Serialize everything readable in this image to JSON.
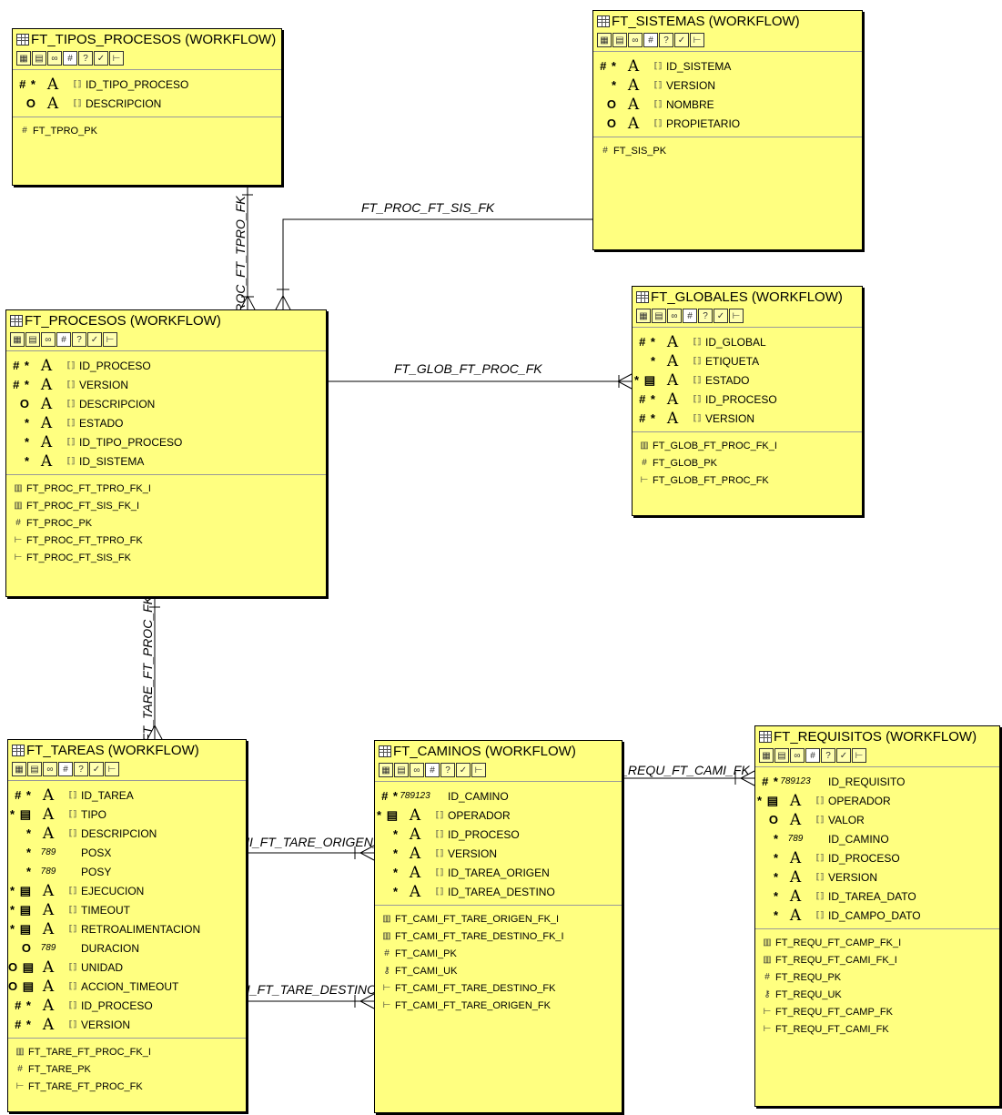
{
  "entities": {
    "tipos_procesos": {
      "title": "FT_TIPOS_PROCESOS (WORKFLOW)",
      "columns": [
        {
          "flags": "# *",
          "type": "A",
          "name": "ID_TIPO_PROCESO"
        },
        {
          "flags": "O",
          "type": "A",
          "name": "DESCRIPCION"
        }
      ],
      "keys": [
        {
          "icon": "#",
          "name": "FT_TPRO_PK"
        }
      ]
    },
    "sistemas": {
      "title": "FT_SISTEMAS (WORKFLOW)",
      "columns": [
        {
          "flags": "# *",
          "type": "A",
          "name": "ID_SISTEMA"
        },
        {
          "flags": "*",
          "type": "A",
          "name": "VERSION"
        },
        {
          "flags": "O",
          "type": "A",
          "name": "NOMBRE"
        },
        {
          "flags": "O",
          "type": "A",
          "name": "PROPIETARIO"
        }
      ],
      "keys": [
        {
          "icon": "#",
          "name": "FT_SIS_PK"
        }
      ]
    },
    "procesos": {
      "title": "FT_PROCESOS (WORKFLOW)",
      "columns": [
        {
          "flags": "# *",
          "type": "A",
          "name": "ID_PROCESO"
        },
        {
          "flags": "# *",
          "type": "A",
          "name": "VERSION"
        },
        {
          "flags": "O",
          "type": "A",
          "name": "DESCRIPCION"
        },
        {
          "flags": "*",
          "type": "A",
          "name": "ESTADO"
        },
        {
          "flags": "*",
          "type": "A",
          "name": "ID_TIPO_PROCESO"
        },
        {
          "flags": "*",
          "type": "A",
          "name": "ID_SISTEMA"
        }
      ],
      "keys": [
        {
          "icon": "idx",
          "name": "FT_PROC_FT_TPRO_FK_I"
        },
        {
          "icon": "idx",
          "name": "FT_PROC_FT_SIS_FK_I"
        },
        {
          "icon": "#",
          "name": "FT_PROC_PK"
        },
        {
          "icon": "fk",
          "name": "FT_PROC_FT_TPRO_FK"
        },
        {
          "icon": "fk",
          "name": "FT_PROC_FT_SIS_FK"
        }
      ]
    },
    "globales": {
      "title": "FT_GLOBALES (WORKFLOW)",
      "columns": [
        {
          "flags": "# *",
          "type": "A",
          "name": "ID_GLOBAL"
        },
        {
          "flags": "*",
          "type": "A",
          "name": "ETIQUETA"
        },
        {
          "flags": "* ▤",
          "type": "A",
          "name": "ESTADO"
        },
        {
          "flags": "# *",
          "type": "A",
          "name": "ID_PROCESO"
        },
        {
          "flags": "# *",
          "type": "A",
          "name": "VERSION"
        }
      ],
      "keys": [
        {
          "icon": "idx",
          "name": "FT_GLOB_FT_PROC_FK_I"
        },
        {
          "icon": "#",
          "name": "FT_GLOB_PK"
        },
        {
          "icon": "fk",
          "name": "FT_GLOB_FT_PROC_FK"
        }
      ]
    },
    "tareas": {
      "title": "FT_TAREAS (WORKFLOW)",
      "columns": [
        {
          "flags": "# *",
          "type": "A",
          "name": "ID_TAREA"
        },
        {
          "flags": "* ▤",
          "type": "A",
          "name": "TIPO"
        },
        {
          "flags": "*",
          "type": "A",
          "name": "DESCRIPCION"
        },
        {
          "flags": "*",
          "type": "789",
          "name": "POSX"
        },
        {
          "flags": "*",
          "type": "789",
          "name": "POSY"
        },
        {
          "flags": "* ▤",
          "type": "A",
          "name": "EJECUCION"
        },
        {
          "flags": "* ▤",
          "type": "A",
          "name": "TIMEOUT"
        },
        {
          "flags": "* ▤",
          "type": "A",
          "name": "RETROALIMENTACION"
        },
        {
          "flags": "O",
          "type": "789",
          "name": "DURACION"
        },
        {
          "flags": "O ▤",
          "type": "A",
          "name": "UNIDAD"
        },
        {
          "flags": "O ▤",
          "type": "A",
          "name": "ACCION_TIMEOUT"
        },
        {
          "flags": "# *",
          "type": "A",
          "name": "ID_PROCESO"
        },
        {
          "flags": "# *",
          "type": "A",
          "name": "VERSION"
        }
      ],
      "keys": [
        {
          "icon": "idx",
          "name": "FT_TARE_FT_PROC_FK_I"
        },
        {
          "icon": "#",
          "name": "FT_TARE_PK"
        },
        {
          "icon": "fk",
          "name": "FT_TARE_FT_PROC_FK"
        }
      ]
    },
    "caminos": {
      "title": "FT_CAMINOS (WORKFLOW)",
      "columns": [
        {
          "flags": "# *",
          "type": "789123",
          "name": "ID_CAMINO"
        },
        {
          "flags": "* ▤",
          "type": "A",
          "name": "OPERADOR"
        },
        {
          "flags": "*",
          "type": "A",
          "name": "ID_PROCESO"
        },
        {
          "flags": "*",
          "type": "A",
          "name": "VERSION"
        },
        {
          "flags": "*",
          "type": "A",
          "name": "ID_TAREA_ORIGEN"
        },
        {
          "flags": "*",
          "type": "A",
          "name": "ID_TAREA_DESTINO"
        }
      ],
      "keys": [
        {
          "icon": "idx",
          "name": "FT_CAMI_FT_TARE_ORIGEN_FK_I"
        },
        {
          "icon": "idx",
          "name": "FT_CAMI_FT_TARE_DESTINO_FK_I"
        },
        {
          "icon": "#",
          "name": "FT_CAMI_PK"
        },
        {
          "icon": "uk",
          "name": "FT_CAMI_UK"
        },
        {
          "icon": "fk",
          "name": "FT_CAMI_FT_TARE_DESTINO_FK"
        },
        {
          "icon": "fk",
          "name": "FT_CAMI_FT_TARE_ORIGEN_FK"
        }
      ]
    },
    "requisitos": {
      "title": "FT_REQUISITOS (WORKFLOW)",
      "columns": [
        {
          "flags": "# *",
          "type": "789123",
          "name": "ID_REQUISITO"
        },
        {
          "flags": "* ▤",
          "type": "A",
          "name": "OPERADOR"
        },
        {
          "flags": "O",
          "type": "A",
          "name": "VALOR"
        },
        {
          "flags": "*",
          "type": "789",
          "name": "ID_CAMINO"
        },
        {
          "flags": "*",
          "type": "A",
          "name": "ID_PROCESO"
        },
        {
          "flags": "*",
          "type": "A",
          "name": "VERSION"
        },
        {
          "flags": "*",
          "type": "A",
          "name": "ID_TAREA_DATO"
        },
        {
          "flags": "*",
          "type": "A",
          "name": "ID_CAMPO_DATO"
        }
      ],
      "keys": [
        {
          "icon": "idx",
          "name": "FT_REQU_FT_CAMP_FK_I"
        },
        {
          "icon": "idx",
          "name": "FT_REQU_FT_CAMI_FK_I"
        },
        {
          "icon": "#",
          "name": "FT_REQU_PK"
        },
        {
          "icon": "uk",
          "name": "FT_REQU_UK"
        },
        {
          "icon": "fk",
          "name": "FT_REQU_FT_CAMP_FK"
        },
        {
          "icon": "fk",
          "name": "FT_REQU_FT_CAMI_FK"
        }
      ]
    }
  },
  "relationships": {
    "proc_tpro": "FT_PROC_FT_TPRO_FK",
    "proc_sis": "FT_PROC_FT_SIS_FK",
    "glob_proc": "FT_GLOB_FT_PROC_FK",
    "tare_proc": "FT_TARE_FT_PROC_FK",
    "cami_origen": "FT_CAMI_FT_TARE_ORIGEN_FK",
    "cami_destino": "FT_CAMI_FT_TARE_DESTINO_FK",
    "requ_cami": "FT_REQU_FT_CAMI_FK"
  },
  "toolbar_icons": [
    "columns-icon",
    "indexes-icon",
    "view-icon",
    "pk-icon",
    "uk-icon",
    "check-icon",
    "fk-icon"
  ],
  "colors": {
    "entity_fill": "#ffff80",
    "line": "#000000"
  }
}
